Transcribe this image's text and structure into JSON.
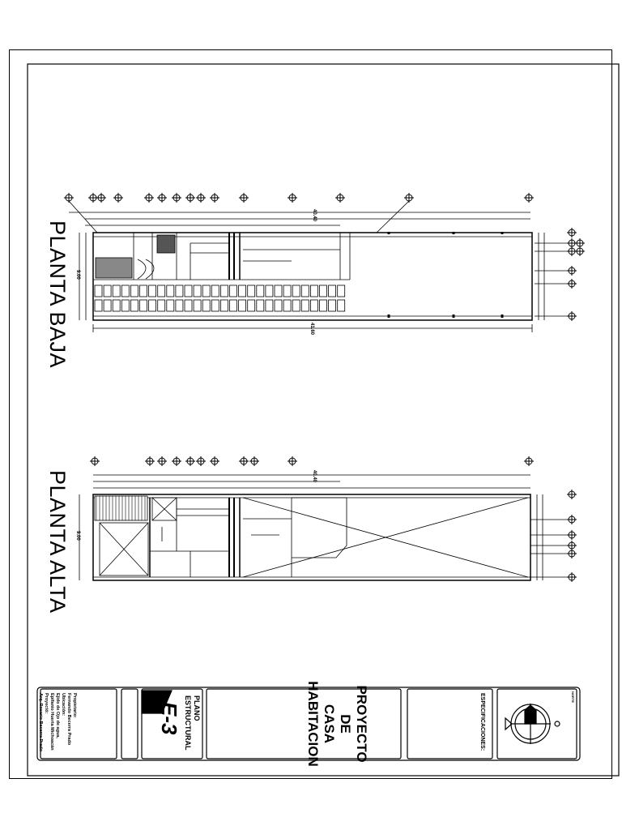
{
  "plans": {
    "planta_baja": "PLANTA BAJA",
    "planta_alta": "PLANTA ALTA",
    "total_length": "41.60",
    "dim_total_baja": "40.40",
    "dim_total_alta": "40.40",
    "dim_width": "9.00"
  },
  "title_block": {
    "proyecto_l1": "PROYECTO",
    "proyecto_l2": "DE",
    "proyecto_l3": "CASA",
    "proyecto_l4": "HABITACION",
    "especificaciones": "ESPECIFICACIONES:",
    "plano_l1": "PLANO",
    "plano_l2": "ESTRUCTURAL",
    "plano_code": "E-3",
    "info_lines": [
      "Propietario:",
      "Fernando Becerra Prado",
      "Ubicación:",
      "Ejido de Ojo de agua,",
      "Epifanio Huerta Michoacán",
      "Proyectó:",
      "Arq. Rosario Becerra Prado"
    ],
    "norte": "NORTE"
  }
}
